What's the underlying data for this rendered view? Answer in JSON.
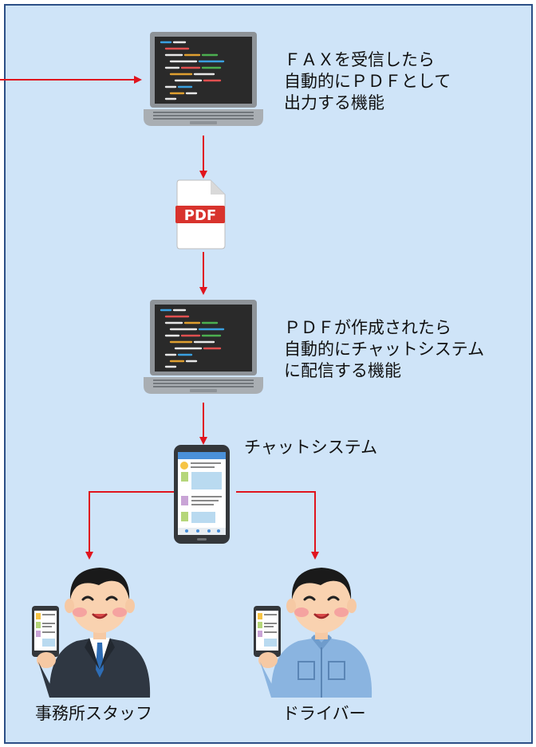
{
  "colors": {
    "panel_bg": "#cfe4f8",
    "panel_border": "#2c4f86",
    "arrow": "#e0141e",
    "pdf_badge": "#d8332d"
  },
  "steps": {
    "fax_to_pdf": {
      "icon": "laptop-code-icon",
      "lines": [
        "ＦＡＸを受信したら",
        "自動的にＰＤＦとして",
        "出力する機能"
      ]
    },
    "pdf_file": {
      "icon": "pdf-file-icon",
      "badge": "PDF"
    },
    "pdf_to_chat": {
      "icon": "laptop-code-icon",
      "lines": [
        "ＰＤＦが作成されたら",
        "自動的にチャットシステム",
        "に配信する機能"
      ]
    },
    "chat_system": {
      "icon": "smartphone-chat-icon",
      "label": "チャットシステム"
    }
  },
  "recipients": [
    {
      "label": "事務所スタッフ",
      "icon": "office-staff-icon"
    },
    {
      "label": "ドライバー",
      "icon": "driver-icon"
    }
  ]
}
